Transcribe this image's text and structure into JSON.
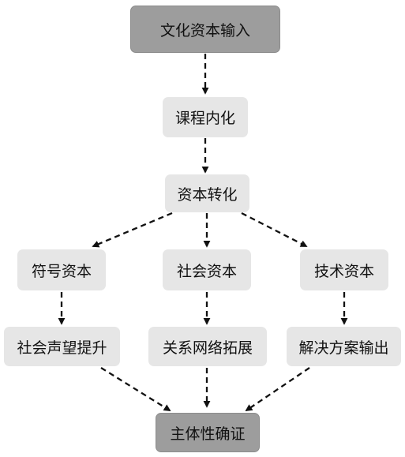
{
  "diagram": {
    "nodes": {
      "input": "文化资本输入",
      "internalize": "课程内化",
      "transform": "资本转化",
      "symbolic": "符号资本",
      "social": "社会资本",
      "technical": "技术资本",
      "reputation": "社会声望提升",
      "network": "关系网络拓展",
      "solution": "解决方案输出",
      "subjectivity": "主体性确证"
    },
    "colors": {
      "node_fill": "#e6e6e6",
      "start_end_fill": "#9d9d9d",
      "arrow": "#111111"
    },
    "edge_style": "dashed arrow"
  }
}
